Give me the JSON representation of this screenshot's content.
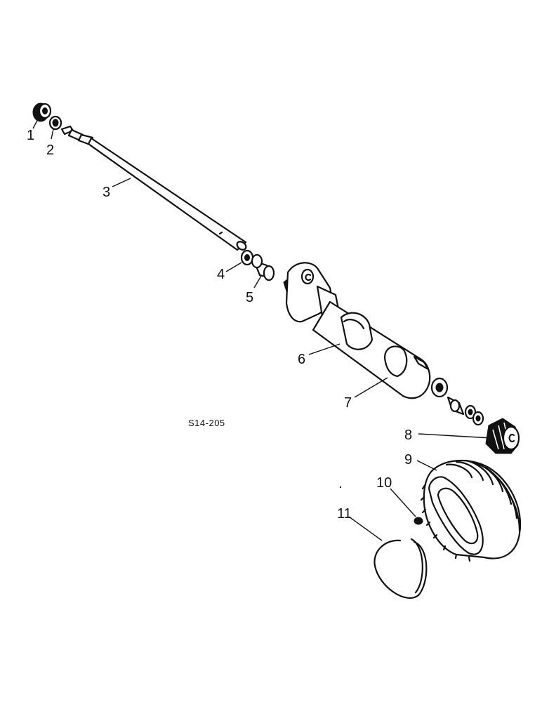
{
  "drawing_code": "S14-205",
  "callouts": [
    {
      "number": "1"
    },
    {
      "number": "2"
    },
    {
      "number": "3"
    },
    {
      "number": "4"
    },
    {
      "number": "5"
    },
    {
      "number": "6"
    },
    {
      "number": "7"
    },
    {
      "number": "8"
    },
    {
      "number": "9"
    },
    {
      "number": "10"
    },
    {
      "number": "11"
    }
  ]
}
